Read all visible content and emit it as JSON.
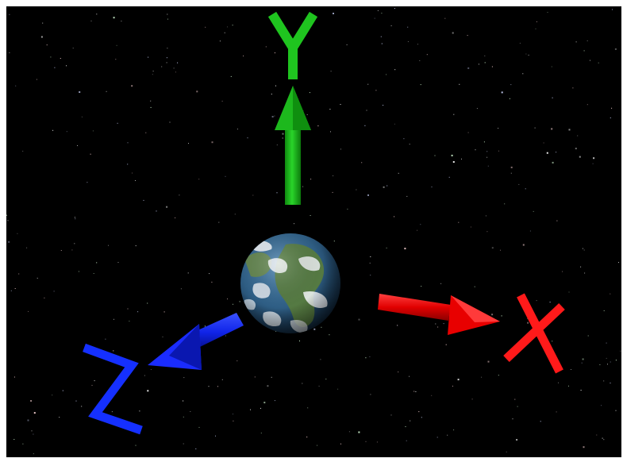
{
  "scene": {
    "background_color": "#000000",
    "object": "earth-globe",
    "axes": [
      {
        "id": "x",
        "label": "X",
        "color": "#ff1a1a",
        "direction": "right"
      },
      {
        "id": "y",
        "label": "Y",
        "color": "#1fc41f",
        "direction": "up"
      },
      {
        "id": "z",
        "label": "Z",
        "color": "#1530ff",
        "direction": "toward-viewer-left"
      }
    ]
  }
}
